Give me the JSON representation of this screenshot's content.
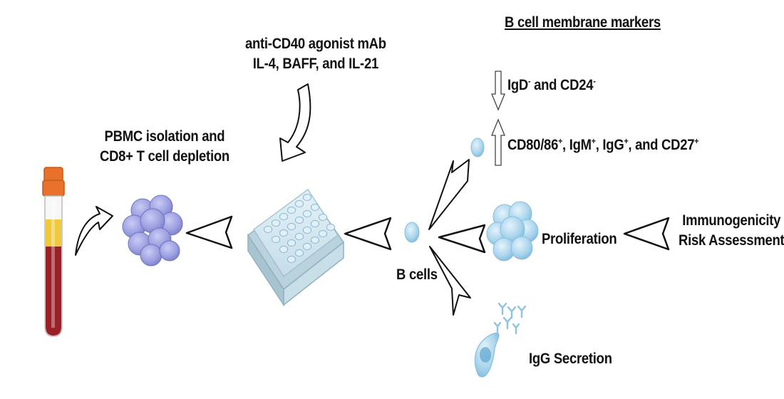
{
  "steps": {
    "isolation_line1": "PBMC isolation and",
    "isolation_line2": "CD8+ T cell depletion",
    "stimulus_line1": "anti-CD40 agonist mAb",
    "stimulus_line2": "IL-4, BAFF, and IL-21",
    "b_cells": "B cells",
    "proliferation": "Proliferation",
    "igg_secretion": "IgG Secretion",
    "risk_line1": "Immunogenicity",
    "risk_line2": "Risk Assessment"
  },
  "markers": {
    "title": "B cell membrane markers",
    "down": {
      "a": "IgD",
      "a_sup": "-",
      "mid": " and CD24",
      "b_sup": "-"
    },
    "up": {
      "p1": "CD80/86",
      "s1": "+",
      "p2": ", IgM",
      "s2": "+",
      "p3": ", IgG",
      "s3": "+",
      "p4": ", and CD27",
      "s4": "+"
    }
  },
  "colors": {
    "cell_purple": "#9a9ee0",
    "cell_blue": "#a9d4ec",
    "tube_blood": "#9a1f26",
    "tube_plasma": "#f0c93a",
    "tube_cap": "#e8702a"
  }
}
